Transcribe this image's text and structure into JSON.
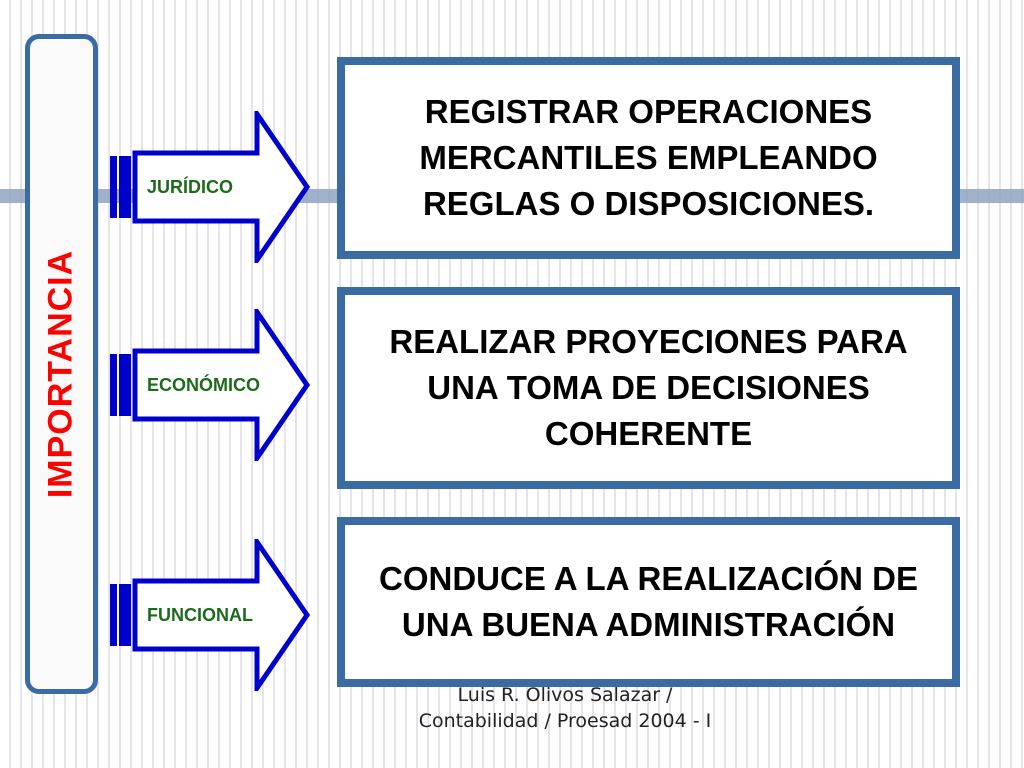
{
  "side_label": "IMPORTANCIA",
  "colors": {
    "accent": "#3b6ba3",
    "side_label": "#ff0000",
    "arrow_label": "#1c6b1c",
    "arrow_stroke": "#0000cc"
  },
  "rows": [
    {
      "label": "JURÍDICO",
      "description": "REGISTRAR OPERACIONES MERCANTILES EMPLEANDO REGLAS O DISPOSICIONES."
    },
    {
      "label": "ECONÓMICO",
      "description": "REALIZAR PROYECIONES PARA UNA TOMA DE DECISIONES COHERENTE"
    },
    {
      "label": "FUNCIONAL",
      "description": "CONDUCE A LA REALIZACIÓN DE UNA BUENA ADMINISTRACIÓN"
    }
  ],
  "footer": "Luis R. Olivos Salazar / Contabilidad / Proesad 2004 - I"
}
